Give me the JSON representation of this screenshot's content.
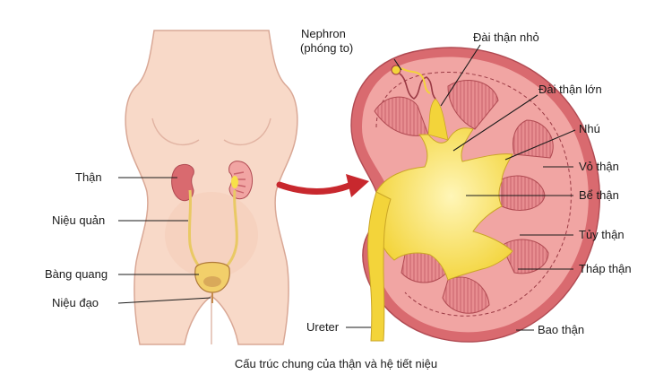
{
  "body_labels": {
    "kidney": "Thận",
    "ureter": "Niệu quản",
    "bladder": "Bàng quang",
    "urethra": "Niệu đạo"
  },
  "kidney_labels": {
    "nephron_line1": "Nephron",
    "nephron_line2": "(phóng to)",
    "minor_calyx": "Đài thận nhỏ",
    "major_calyx": "Đài thận lớn",
    "papilla": "Nhú",
    "cortex": "Vỏ thận",
    "pelvis": "Bể thận",
    "medulla": "Tủy thận",
    "pyramid": "Tháp thận",
    "ureter": "Ureter",
    "capsule": "Bao thận"
  },
  "caption": "Cấu trúc chung của thận và hệ tiết niệu",
  "colors": {
    "skin": "#f8d9c8",
    "skin_outline": "#d9a896",
    "kidney_outer": "#d96a6f",
    "cortex": "#f1a5a3",
    "pyramid": "#e3858a",
    "pelvis": "#f7e04a",
    "pelvis_light": "#fff2a0",
    "arrow": "#c8282e",
    "urinary_tract": "#e9c964"
  }
}
